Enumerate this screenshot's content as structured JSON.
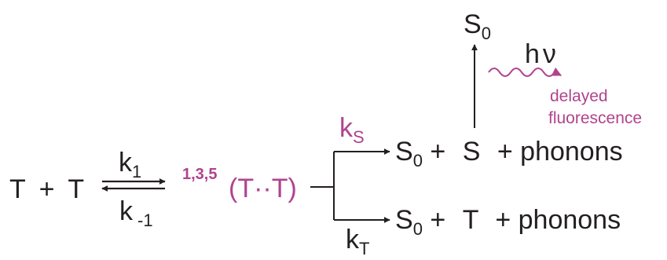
{
  "colors": {
    "ink": "#231f20",
    "accent": "#b0438e"
  },
  "reactants": {
    "left": "T",
    "plus": "+",
    "right": "T"
  },
  "forward_rate": {
    "symbol": "k",
    "subscript": "1"
  },
  "reverse_rate": {
    "symbol": "k",
    "subscript": "-1"
  },
  "pair": {
    "spin_label": "1,3,5",
    "text": "(T··T)"
  },
  "singlet_channel": {
    "rate": {
      "symbol": "k",
      "subscript": "S"
    },
    "products": {
      "s0": "S",
      "s0_sub": "0",
      "plus1": "+",
      "excited": "S",
      "plus2": "+",
      "phonons": "phonons"
    }
  },
  "triplet_channel": {
    "rate": {
      "symbol": "k",
      "subscript": "T"
    },
    "products": {
      "s0": "S",
      "s0_sub": "0",
      "plus1": "+",
      "excited": "T",
      "plus2": "+",
      "phonons": "phonons"
    }
  },
  "decay": {
    "ground": {
      "symbol": "S",
      "subscript": "0"
    },
    "photon": "hν",
    "caption_line1": "delayed",
    "caption_line2": "fluorescence"
  },
  "icons": [
    "arrow-right-icon",
    "arrow-left-icon",
    "arrow-up-icon",
    "wavy-arrow-icon"
  ]
}
